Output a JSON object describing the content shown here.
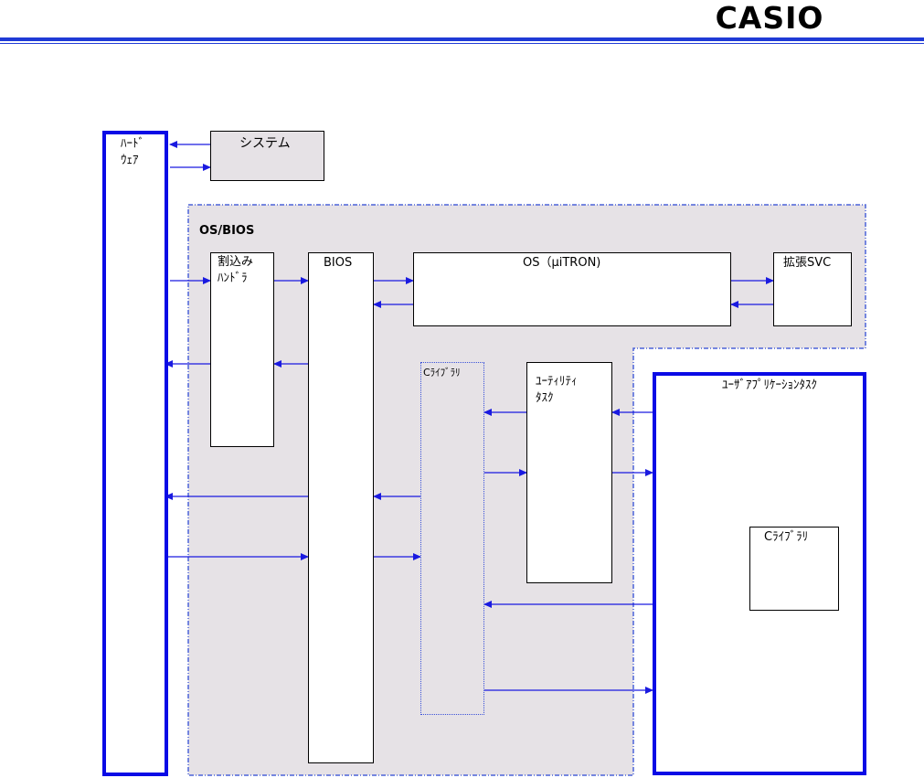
{
  "header": {
    "logo_text": "CASIO",
    "rule_color": "#1f3ad6"
  },
  "colors": {
    "region_fill": "#e6e2e6",
    "region_border": "#4b63d8",
    "arrow": "#1a1ae0",
    "thick_border": "#0a0ae6"
  },
  "diagram": {
    "hardware": [
      "ﾊｰﾄﾞ",
      "ｳｪｱ"
    ],
    "system": "システム",
    "os_bios_label": "OS/BIOS",
    "interrupt_handler": [
      "割込み",
      "ﾊﾝﾄﾞﾗ"
    ],
    "bios": "BIOS",
    "os": "OS（μiTRON)",
    "ext_svc": "拡張SVC",
    "c_library": "Cﾗｲﾌﾞﾗﾘ",
    "utility_task": [
      "ﾕｰﾃｨﾘﾃｨ",
      "ﾀｽｸ"
    ],
    "user_app_task": "ﾕｰｻﾞｱﾌﾟﾘｹｰｼｮﾝﾀｽｸ",
    "c_library_inner": "Cﾗｲﾌﾞﾗﾘ"
  }
}
